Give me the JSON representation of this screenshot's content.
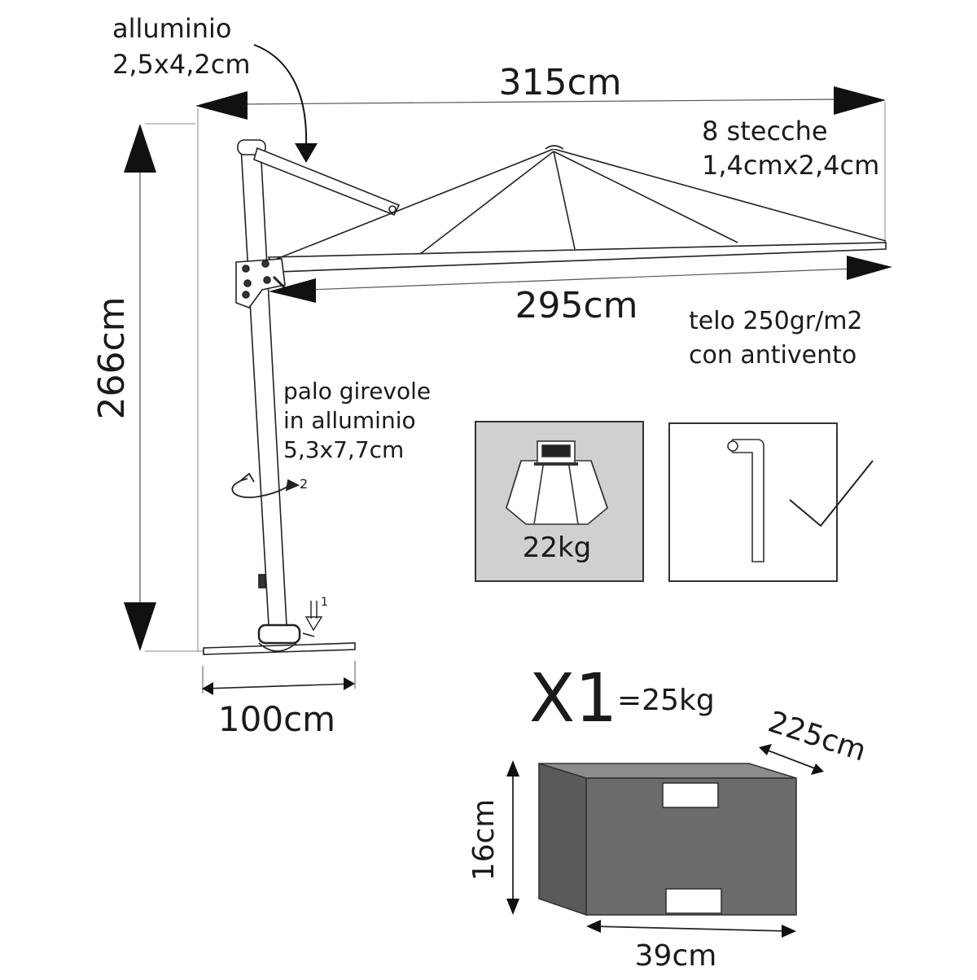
{
  "frame_material": [
    "alluminio",
    "2,5x4,2cm"
  ],
  "width_top": "315cm",
  "ribs": [
    "8 stecche",
    "1,4cmx2,4cm"
  ],
  "height": "266cm",
  "canopy_span": "295cm",
  "fabric": [
    "telo 250gr/m2",
    "con antivento"
  ],
  "pole": [
    "palo girevole",
    "in alluminio",
    "5,3x7,7cm"
  ],
  "rotation_step": "2",
  "pedal_step": "1",
  "base_weight": "22kg",
  "base_width": "100cm",
  "package": {
    "quantity": "X1",
    "weight": "=25kg",
    "length": "225cm",
    "height": "16cm",
    "width": "39cm"
  },
  "colors": {
    "ink": "#1a1a1a",
    "panel_gray": "#d0d0d0",
    "box_front": "#6b6b6b",
    "box_top": "#8c8c8c"
  }
}
